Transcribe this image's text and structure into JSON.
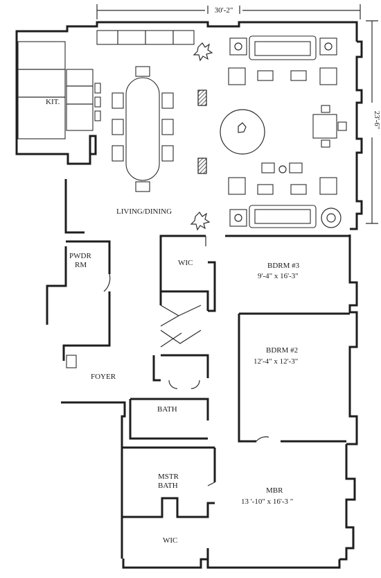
{
  "dimensions": {
    "width_label": "30'-2\"",
    "depth_label": "23'-6\""
  },
  "rooms": {
    "kitchen": "KIT.",
    "living_dining": "LIVING/DINING",
    "powder_room_line1": "PWDR",
    "powder_room_line2": "RM",
    "wic_upper": "WIC",
    "bedroom3_name": "BDRM #3",
    "bedroom3_size": "9'-4\" x 16'-3\"",
    "bedroom2_name": "BDRM #2",
    "bedroom2_size": "12'-4\" x 12'-3\"",
    "foyer": "FOYER",
    "bath": "BATH",
    "master_bath_line1": "MSTR",
    "master_bath_line2": "BATH",
    "master_bedroom_name": "MBR",
    "master_bedroom_size": "13 '-10\" x 16'-3 \"",
    "wic_lower": "WIC"
  }
}
